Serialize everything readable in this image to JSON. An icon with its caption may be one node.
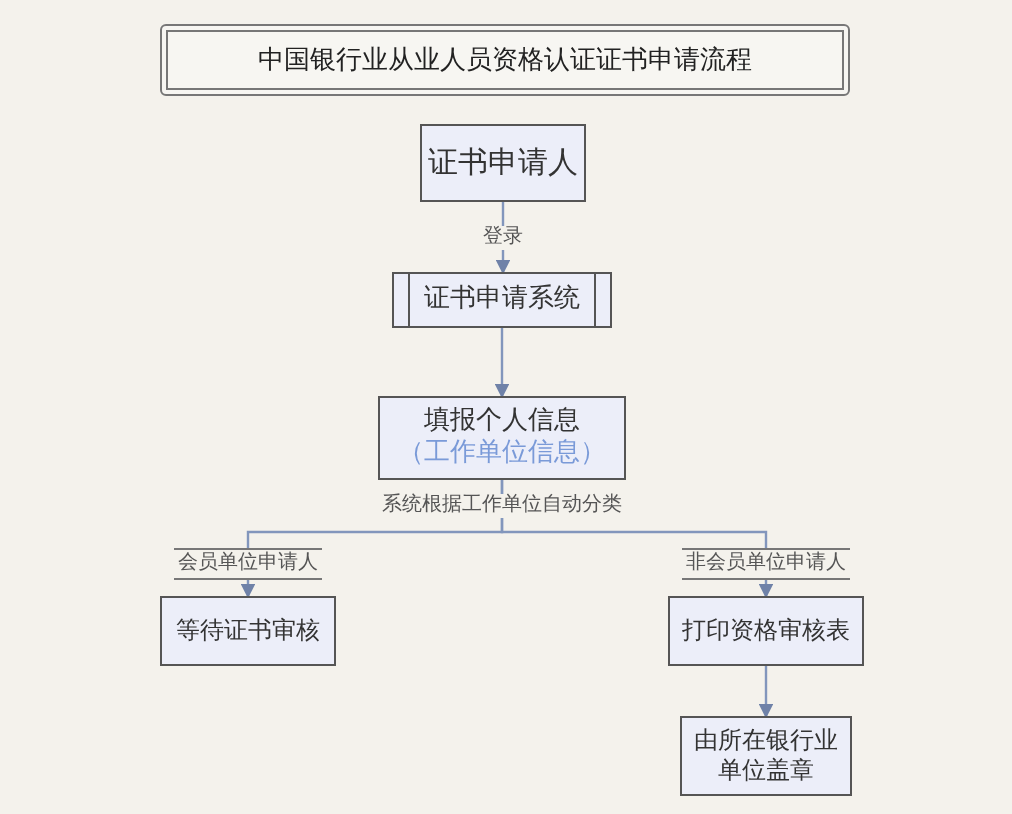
{
  "diagram": {
    "title": "中国银行业从业人员资格认证证书申请流程",
    "nodes": [
      {
        "text": [
          "证书申请人"
        ]
      },
      {
        "text": [
          "证书申请系统"
        ]
      },
      {
        "text": [
          "填报个人信息",
          "（工作单位信息）"
        ]
      },
      {
        "text": [
          "等待证书审核"
        ]
      },
      {
        "text": [
          "打印资格审核表"
        ]
      },
      {
        "text": [
          "由所在银行业单位盖章"
        ]
      }
    ],
    "edges": [
      {
        "from": 0,
        "to": 1,
        "arrow": "to",
        "label": "登录"
      },
      {
        "from": 1,
        "to": 2,
        "arrow": "to"
      },
      {
        "from": 2,
        "to": 3,
        "arrow": "to",
        "label": "会员单位申请人"
      },
      {
        "from": 2,
        "to": 4,
        "arrow": "to",
        "label": "非会员单位申请人"
      },
      {
        "from": 4,
        "to": 5,
        "arrow": "to"
      }
    ],
    "labels": [
      "系统根据工作单位自动分类"
    ]
  }
}
